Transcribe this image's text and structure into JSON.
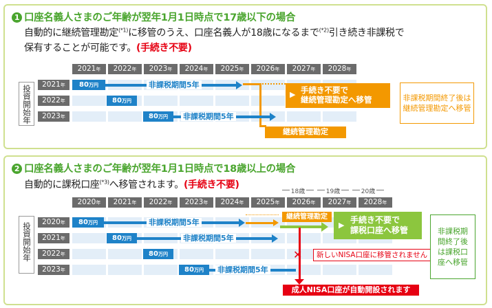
{
  "section1": {
    "number": "1",
    "title": "口座名義人さまのご年齢が翌年1月1日時点で17歳以下の場合",
    "desc_line1_a": "自動的に継続管理勘定",
    "desc_line1_sup1": "(*1)",
    "desc_line1_b": "に移管のうえ、口座名義人が18歳になるまで",
    "desc_line1_sup2": "(*2)",
    "desc_line1_c": "引き続き非課税で",
    "desc_line2": "保有することが可能です。",
    "desc_red": "(手続き不要)",
    "years": [
      "2021",
      "2022",
      "2023",
      "2024",
      "2025",
      "2026",
      "2027",
      "2028"
    ],
    "year_suffix": "年",
    "row_label": "投資開始年",
    "rows": [
      "2021",
      "2022",
      "2023"
    ],
    "amount": "80",
    "amount_unit": "万円",
    "period_label": "非課税期間5年",
    "orange_box_line1": "手続き不要で",
    "orange_box_line2": "継続管理勘定へ移管",
    "orange_bar": "継続管理勘定",
    "note": "非課税期間終了後は継続管理勘定へ移管"
  },
  "section2": {
    "number": "2",
    "title": "口座名義人さまのご年齢が翌年1月1日時点で18歳以上の場合",
    "desc_a": "自動的に課税口座",
    "desc_sup": "(*3)",
    "desc_b": "へ移管されます。",
    "desc_red": "(手続き不要)",
    "years": [
      "2020",
      "2021",
      "2022",
      "2023",
      "2024",
      "2025",
      "2026",
      "2027",
      "2028"
    ],
    "year_suffix": "年",
    "ages": [
      "18歳",
      "19歳",
      "20歳"
    ],
    "row_label": "投資開始年",
    "rows": [
      "2020",
      "2021",
      "2022",
      "2023"
    ],
    "amount": "80",
    "amount_unit": "万円",
    "period_label": "非課税期間5年",
    "orange_label": "継続管理勘定",
    "green_box_line1": "手続き不要で",
    "green_box_line2": "課税口座へ移管",
    "red_note": "新しいNISA口座に移管されません",
    "red_bar": "成人NISA口座が自動開設されます",
    "note": "非課税期間終了後は課税口座へ移管"
  },
  "colors": {
    "green": "#4aa52e",
    "blue": "#1e82c8",
    "orange": "#f39800",
    "red": "#e60012",
    "header": "#6b6b6b"
  }
}
